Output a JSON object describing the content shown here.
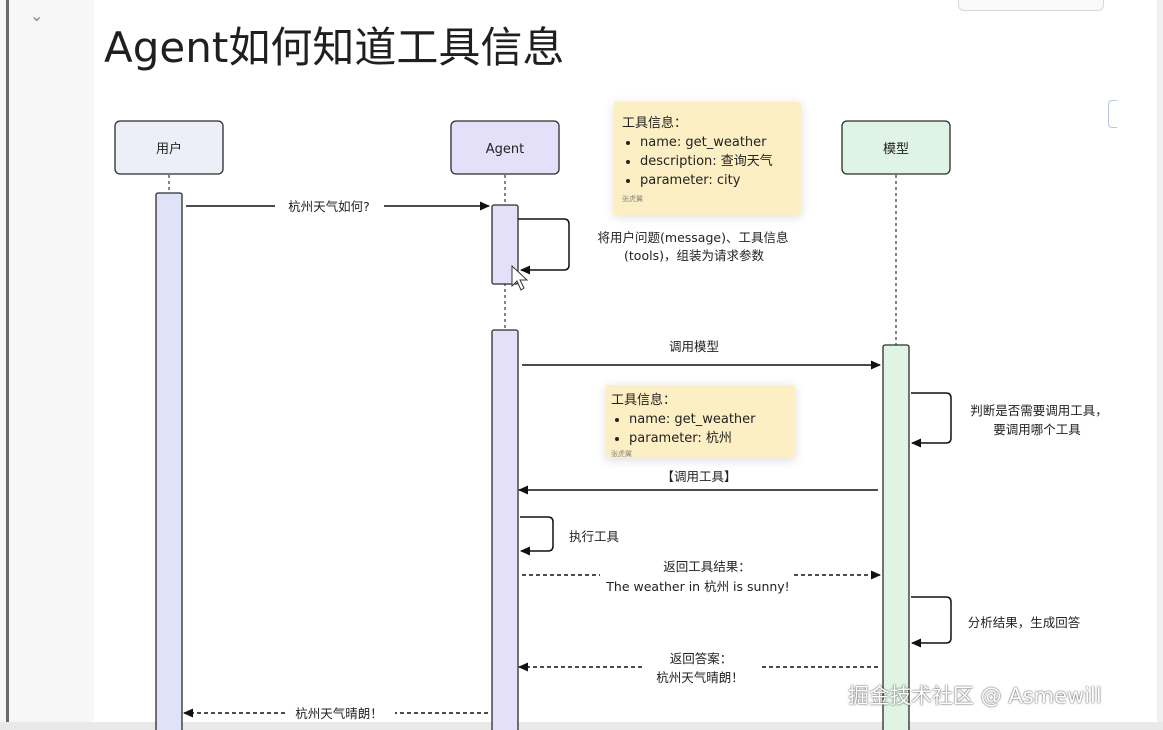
{
  "page": {
    "title": "Agent如何知道工具信息",
    "watermark": "掘金技术社区 @ Asmewill"
  },
  "actors": {
    "user": "用户",
    "agent": "Agent",
    "model": "模型"
  },
  "notes": {
    "tool_info_1": {
      "title": "工具信息：",
      "items": [
        "name: get_weather",
        "description: 查询天气",
        "parameter: city"
      ],
      "watermark": "张虎翼"
    },
    "tool_info_2": {
      "title": "工具信息：",
      "items": [
        "name: get_weather",
        "parameter: 杭州"
      ],
      "watermark": "张虎翼"
    }
  },
  "messages": {
    "ask_weather": "杭州天气如何?",
    "assemble_line1": "将用户问题(message)、工具信息",
    "assemble_line2": "(tools)，组装为请求参数",
    "call_model": "调用模型",
    "judge_line1": "判断是否需要调用工具，",
    "judge_line2": "要调用哪个工具",
    "call_tool": "【调用工具】",
    "exec_tool": "执行工具",
    "return_result_line1": "返回工具结果：",
    "return_result_line2": "The weather in 杭州 is sunny!",
    "analyze": "分析结果，生成回答",
    "return_answer_line1": "返回答案：",
    "return_answer_line2": "杭州天气晴朗！",
    "final_answer": "杭州天气晴朗！"
  },
  "colors": {
    "user": "#eceef8",
    "agent": "#e4e0fa",
    "model": "#e0f4e6",
    "note": "#fdefc4",
    "line": "#111111"
  },
  "icons": {
    "collapse": "chevron-down-icon",
    "cursor": "mouse-cursor-icon"
  }
}
